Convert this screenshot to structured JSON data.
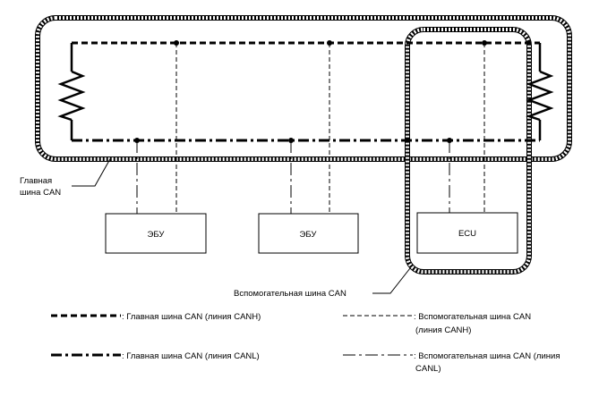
{
  "labels": {
    "main_bus_line1": "Главная",
    "main_bus_line2": "шина CAN",
    "aux_bus": "Вспомогательная шина CAN"
  },
  "nodes": [
    {
      "id": "ecu1",
      "label": "ЭБУ"
    },
    {
      "id": "ecu2",
      "label": "ЭБУ"
    },
    {
      "id": "ecu3",
      "label": "ECU"
    }
  ],
  "legend": [
    {
      "id": "main-canh",
      "style": "main-dashed",
      "line1": ": Главная шина CAN (линия CANH)",
      "line2": ""
    },
    {
      "id": "aux-canh",
      "style": "aux-dashed",
      "line1": ": Вспомогательная шина CAN",
      "line2": "(линия CANH)"
    },
    {
      "id": "main-canl",
      "style": "main-dashdot",
      "line1": ": Главная шина CAN (линия CANL)",
      "line2": ""
    },
    {
      "id": "aux-canl",
      "style": "aux-dashdot",
      "line1": ": Вспомогательная шина CAN (линия",
      "line2": "CANL)"
    }
  ]
}
